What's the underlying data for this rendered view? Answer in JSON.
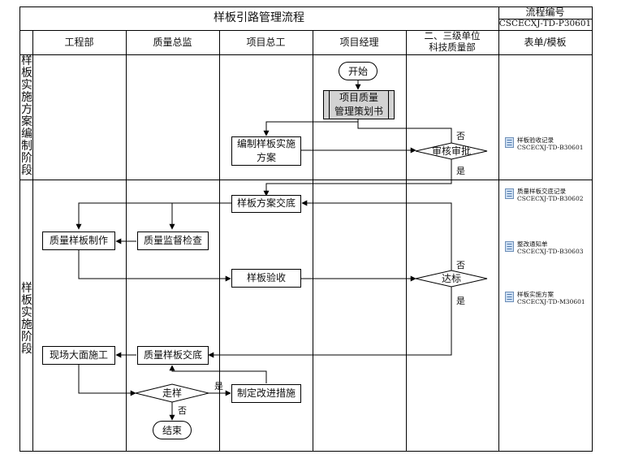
{
  "title": "样板引路管理流程",
  "code": {
    "label": "流程编号",
    "value": "CSCECXJ-TD-P30601"
  },
  "columns": [
    "工程部",
    "质量总监",
    "项目总工",
    "项目经理",
    "二、三级单位\n科技质量部",
    "表单/模板"
  ],
  "stages": [
    "样板实施方案编制阶段",
    "样板实施阶段"
  ],
  "nodes": {
    "start": "开始",
    "plan": "项目质量\n管理策划书",
    "compile": "编制样板实施\n方案",
    "review": "审核审批",
    "handover": "样板方案交底",
    "make": "质量样板制作",
    "supervise": "质量监督检查",
    "accept": "样板验收",
    "reach": "达标",
    "site": "现场大面施工",
    "qhandover": "质量样板交底",
    "walk": "走样",
    "measures": "制定改进措施",
    "end": "结束"
  },
  "decision_labels": {
    "review_no": "否",
    "review_yes": "是",
    "reach_no": "否",
    "reach_yes": "是",
    "walk_yes": "是",
    "walk_no": "否"
  },
  "templates": [
    {
      "name": "样板验收记录",
      "code": "CSCECXJ-TD-B30601"
    },
    {
      "name": "质量样板交底记录",
      "code": "CSCECXJ-TD-B30602"
    },
    {
      "name": "整改通知单",
      "code": "CSCECXJ-TD-B30603"
    },
    {
      "name": "样板实施方案",
      "code": "CSCECXJ-TD-M30601"
    }
  ]
}
